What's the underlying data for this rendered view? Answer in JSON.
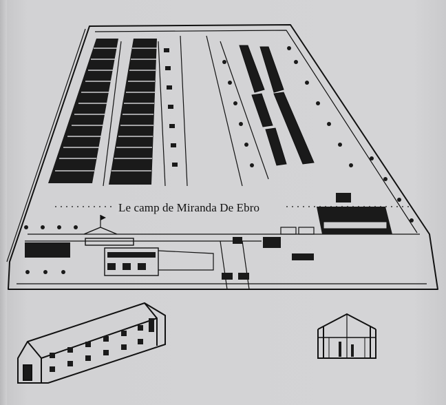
{
  "caption": "Le camp de Miranda De Ebro",
  "colors": {
    "page": "#d3d3d5",
    "ink": "#111111"
  },
  "figures": {
    "camp_plan": "perspective-drawing-camp",
    "barrack_cutaway": "barrack-cutaway-drawing",
    "barrack_section": "barrack-cross-section-drawing"
  }
}
